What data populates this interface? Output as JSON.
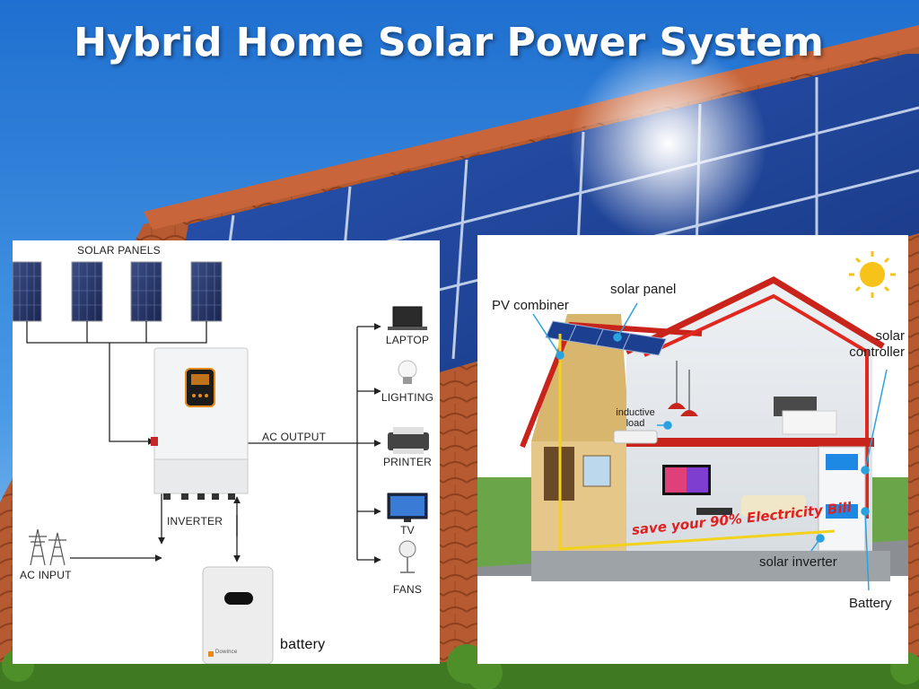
{
  "title": "Hybrid Home Solar Power System",
  "left_diagram": {
    "solar_panels_label": "SOLAR PANELS",
    "inverter_label": "INVERTER",
    "ac_output_label": "AC OUTPUT",
    "ac_input_label": "AC INPUT",
    "battery_label": "battery",
    "battery_brand": "Dowince",
    "loads": [
      "LAPTOP",
      "LIGHTING",
      "PRINTER",
      "TV",
      "FANS"
    ]
  },
  "right_diagram": {
    "pv_combiner": "PV combiner",
    "solar_panel": "solar panel",
    "solar_controller_line1": "solar",
    "solar_controller_line2": "controller",
    "inductive_load_line1": "inductive",
    "inductive_load_line2": "load",
    "solar_inverter": "solar inverter",
    "battery": "Battery",
    "savings_text": "save your 90% Electricity Bill"
  },
  "colors": {
    "sky": "#2f7fd6",
    "roof_tile": "#b4502c",
    "panel_blue": "#1d3f8f",
    "wire_red": "#e0281e",
    "label_dot": "#29a3e0",
    "grass": "#3f7a23"
  }
}
